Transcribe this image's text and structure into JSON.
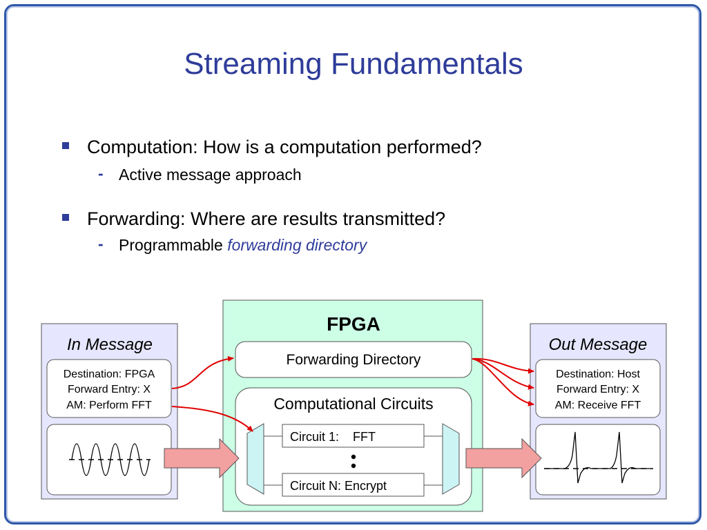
{
  "slide": {
    "title": "Streaming Fundamentals",
    "bullets": [
      {
        "text": "Computation: How is a computation performed?",
        "sub": {
          "text": "Active message approach",
          "emph": ""
        }
      },
      {
        "text": "Forwarding: Where are results transmitted?",
        "sub": {
          "text": "Programmable ",
          "emph": "forwarding directory"
        }
      }
    ]
  },
  "diagram": {
    "in_message": {
      "title": "In Message",
      "lines": [
        "Destination: FPGA",
        "Forward Entry: X",
        "AM: Perform FFT"
      ]
    },
    "fpga": {
      "title": "FPGA",
      "forwarding_directory": "Forwarding Directory",
      "computational_circuits": "Computational Circuits",
      "circuit_1": "Circuit 1:    FFT",
      "circuit_n": "Circuit N: Encrypt"
    },
    "out_message": {
      "title": "Out Message",
      "lines": [
        "Destination: Host",
        "Forward Entry: X",
        "AM: Receive FFT"
      ]
    },
    "colors": {
      "accent": "#2e3c9a",
      "fpga_fill": "#ccffe6",
      "message_fill": "#e6e6ff",
      "arrow_red": "#e00000",
      "big_arrow": "#f2a0a0",
      "mux_fill": "#cdf4f4"
    }
  }
}
